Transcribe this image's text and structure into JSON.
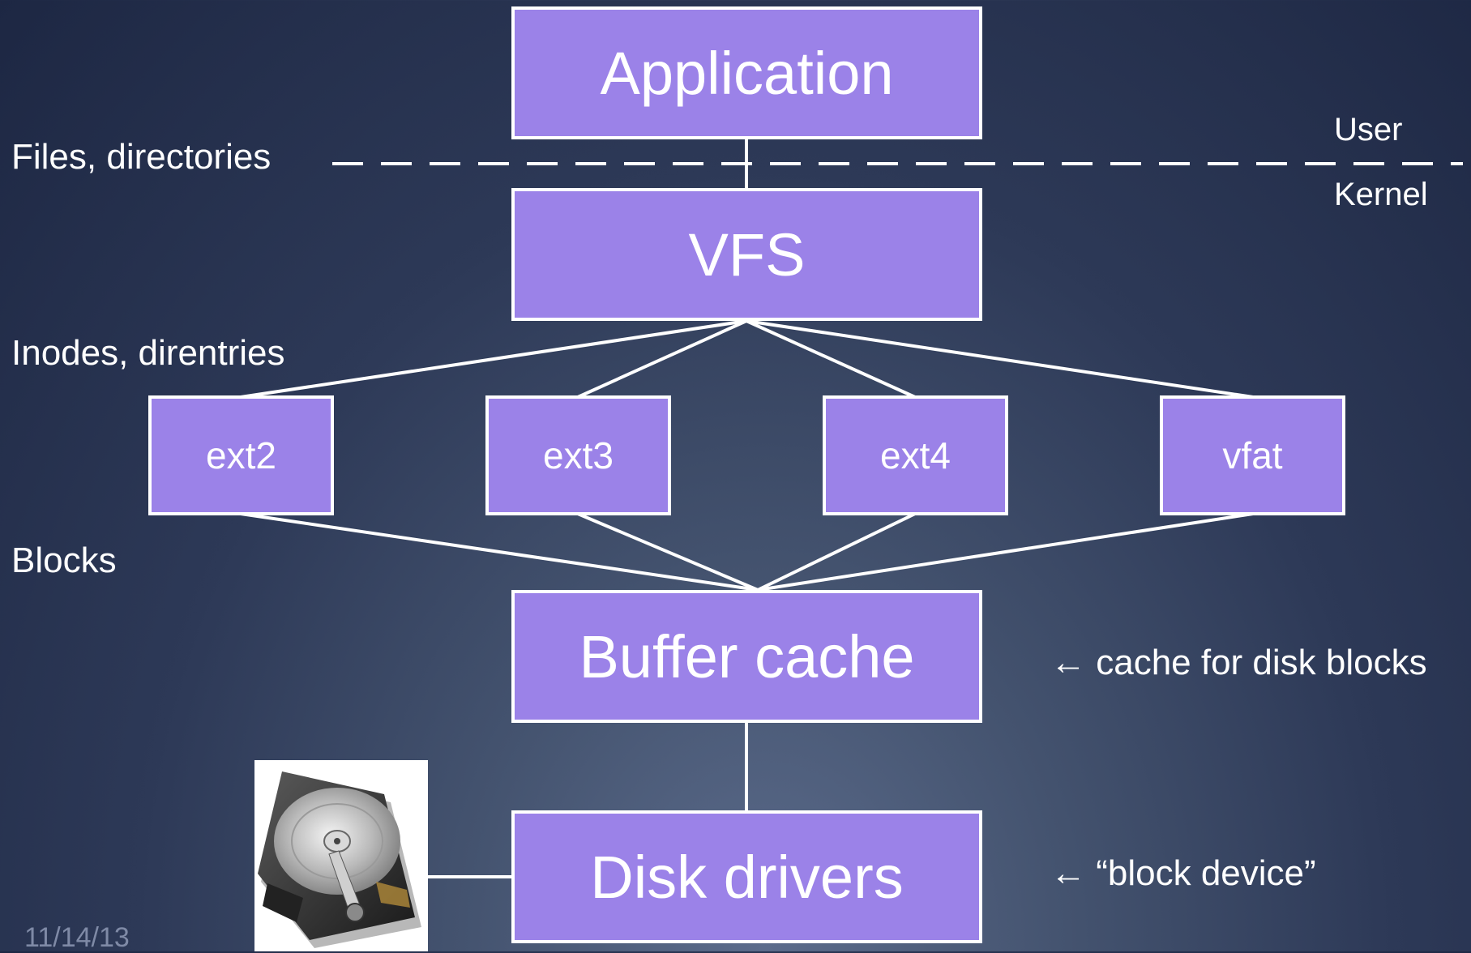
{
  "diagram": {
    "boxes": {
      "application": "Application",
      "vfs": "VFS",
      "ext2": "ext2",
      "ext3": "ext3",
      "ext4": "ext4",
      "vfat": "vfat",
      "buffer_cache": "Buffer cache",
      "disk_drivers": "Disk drivers"
    },
    "layer_labels": {
      "files_directories": "Files, directories",
      "inodes_direntries": "Inodes, direntries",
      "blocks": "Blocks"
    },
    "boundary": {
      "user": "User",
      "kernel": "Kernel"
    },
    "annotations": {
      "buffer_cache_note": "← cache for disk blocks",
      "disk_drivers_note": "← “block device”"
    },
    "footer_date": "11/14/13",
    "icons": {
      "disk": "hard-disk-icon"
    }
  },
  "colors": {
    "box_fill": "#9b82e8",
    "box_border": "#ffffff",
    "line": "#ffffff",
    "background": "#2d3957"
  }
}
